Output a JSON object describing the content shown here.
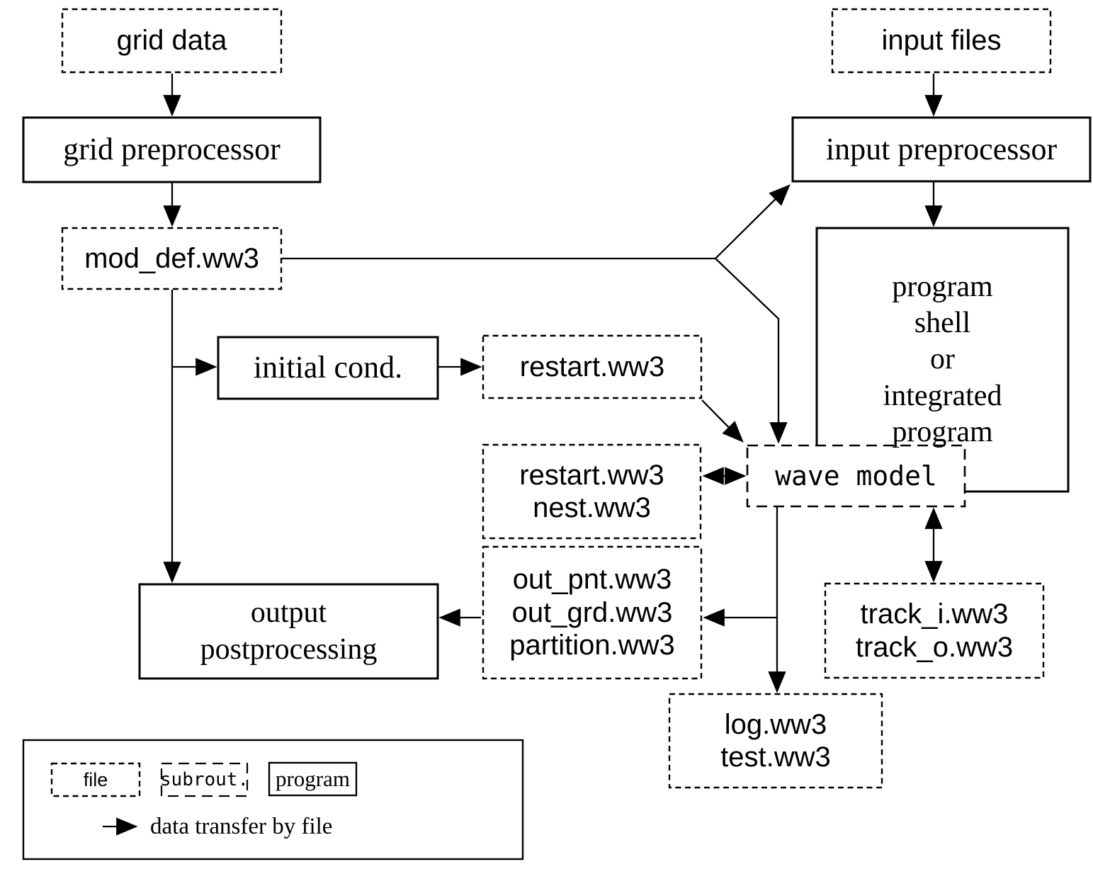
{
  "nodes": {
    "grid_data": {
      "type": "file",
      "label": "grid data"
    },
    "input_files": {
      "type": "file",
      "label": "input files"
    },
    "grid_preprocessor": {
      "type": "program",
      "label": "grid preprocessor"
    },
    "input_preprocessor": {
      "type": "program",
      "label": "input preprocessor"
    },
    "mod_def": {
      "type": "file",
      "label": "mod_def.ww3"
    },
    "program_shell": {
      "type": "program",
      "lines": [
        "program",
        "shell",
        "or",
        "integrated",
        "program"
      ]
    },
    "initial_cond": {
      "type": "program",
      "label": "initial cond."
    },
    "restart": {
      "type": "file",
      "label": "restart.ww3"
    },
    "wave_model": {
      "type": "subroutine",
      "label": "wave model"
    },
    "restart_nest": {
      "type": "file",
      "lines": [
        "restart.ww3",
        "nest.ww3"
      ]
    },
    "out_files": {
      "type": "file",
      "lines": [
        "out_pnt.ww3",
        "out_grd.ww3",
        "partition.ww3"
      ]
    },
    "output_postprocessing": {
      "type": "program",
      "lines": [
        "output",
        "postprocessing"
      ]
    },
    "track": {
      "type": "file",
      "lines": [
        "track_i.ww3",
        "track_o.ww3"
      ]
    },
    "log_test": {
      "type": "file",
      "lines": [
        "log.ww3",
        "test.ww3"
      ]
    }
  },
  "edges": [
    {
      "from": "grid_data",
      "to": "grid_preprocessor",
      "kind": "file-transfer"
    },
    {
      "from": "grid_preprocessor",
      "to": "mod_def",
      "kind": "file-transfer"
    },
    {
      "from": "mod_def",
      "to": "output_postprocessing",
      "kind": "file-transfer"
    },
    {
      "from": "mod_def",
      "to": "initial_cond",
      "kind": "file-transfer"
    },
    {
      "from": "initial_cond",
      "to": "restart",
      "kind": "file-transfer"
    },
    {
      "from": "mod_def",
      "to": "input_preprocessor",
      "kind": "file-transfer"
    },
    {
      "from": "mod_def",
      "to": "wave_model",
      "kind": "file-transfer"
    },
    {
      "from": "input_files",
      "to": "input_preprocessor",
      "kind": "file-transfer"
    },
    {
      "from": "input_preprocessor",
      "to": "program_shell",
      "kind": "file-transfer"
    },
    {
      "from": "restart",
      "to": "wave_model",
      "kind": "file-transfer"
    },
    {
      "from": "restart_nest",
      "to": "wave_model",
      "kind": "file-transfer",
      "bidirectional": true
    },
    {
      "from": "wave_model",
      "to": "track",
      "kind": "file-transfer",
      "bidirectional": true
    },
    {
      "from": "wave_model",
      "to": "log_test",
      "kind": "file-transfer"
    },
    {
      "from": "wave_model",
      "to": "out_files",
      "kind": "file-transfer"
    },
    {
      "from": "out_files",
      "to": "output_postprocessing",
      "kind": "file-transfer"
    },
    {
      "from": "program_shell",
      "to": "wave_model",
      "kind": "contains"
    }
  ],
  "legend": {
    "file_label": "file",
    "subroutine_label": "subrout.",
    "program_label": "program",
    "arrow_label": "data transfer by file"
  },
  "colors": {
    "ink": "#000000",
    "background": "#ffffff"
  }
}
